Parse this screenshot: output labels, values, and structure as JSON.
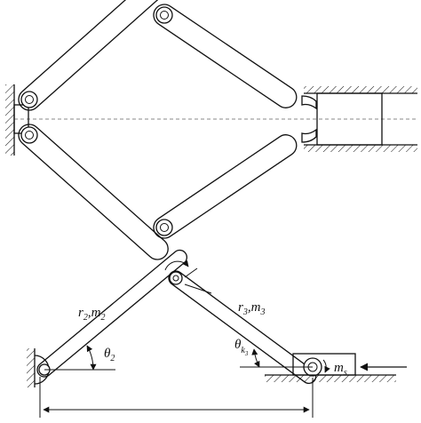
{
  "labels": {
    "link2_r": "r",
    "link2_r_sub": "2",
    "link2_sep": ",",
    "link2_m": "m",
    "link2_m_sub": "2",
    "link3_r": "r",
    "link3_r_sub": "3",
    "link3_sep": ",",
    "link3_m": "m",
    "link3_m_sub": "3",
    "theta2": "θ",
    "theta2_sub": "2",
    "theta_k": "θ",
    "theta_k_sub": "k",
    "theta_k_subsub": "3",
    "mass_m": "m",
    "mass_sub": "s"
  },
  "colors": {
    "stroke": "#111111",
    "centerline": "#888888",
    "background": "#ffffff"
  }
}
